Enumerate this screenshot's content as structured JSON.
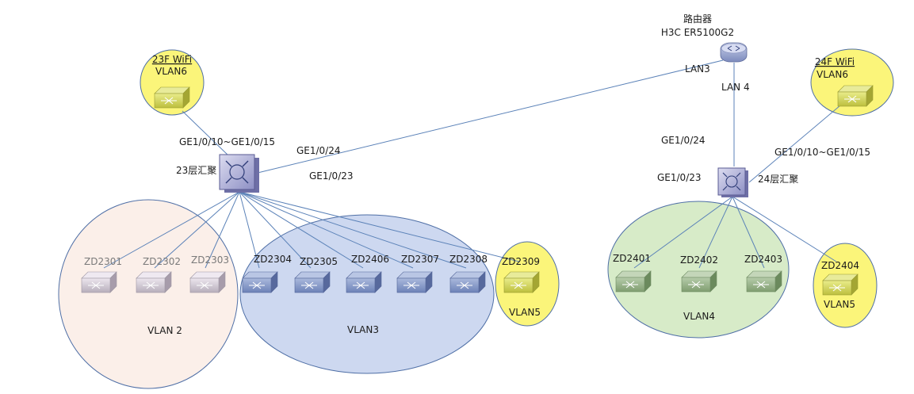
{
  "router": {
    "title": "路由器",
    "model": "H3C ER5100G2"
  },
  "links": {
    "lan3": "LAN3",
    "lan4": "LAN 4"
  },
  "core23": {
    "name": "23层汇聚",
    "port_uplink": "GE1/0/24",
    "port_down": "GE1/0/23",
    "port_wifi": "GE1/0/10~GE1/0/15"
  },
  "core24": {
    "name": "24层汇聚",
    "port_uplink": "GE1/0/24",
    "port_down": "GE1/0/23",
    "port_wifi": "GE1/0/10~GE1/0/15"
  },
  "wifi23": {
    "title": "23F WiFi",
    "vlan": "VLAN6"
  },
  "wifi24": {
    "title": "24F WiFi",
    "vlan": "VLAN6"
  },
  "groups": {
    "vlan2": "VLAN 2",
    "vlan3": "VLAN3",
    "vlan4": "VLAN4",
    "vlan5a": "VLAN5",
    "vlan5b": "VLAN5"
  },
  "switches": {
    "zd2301": "ZD2301",
    "zd2302": "ZD2302",
    "zd2303": "ZD2303",
    "zd2304": "ZD2304",
    "zd2305": "ZD2305",
    "zd2406": "ZD2406",
    "zd2307": "ZD2307",
    "zd2308": "ZD2308",
    "zd2309": "ZD2309",
    "zd2401": "ZD2401",
    "zd2402": "ZD2402",
    "zd2403": "ZD2403",
    "zd2404": "ZD2404"
  },
  "colors": {
    "vlan2_fill": "#fbefe9",
    "vlan3_fill": "#cdd8f0",
    "vlan4_fill": "#d7ebc8",
    "yellow_fill": "#fbf57a",
    "link": "#5b82b8"
  }
}
